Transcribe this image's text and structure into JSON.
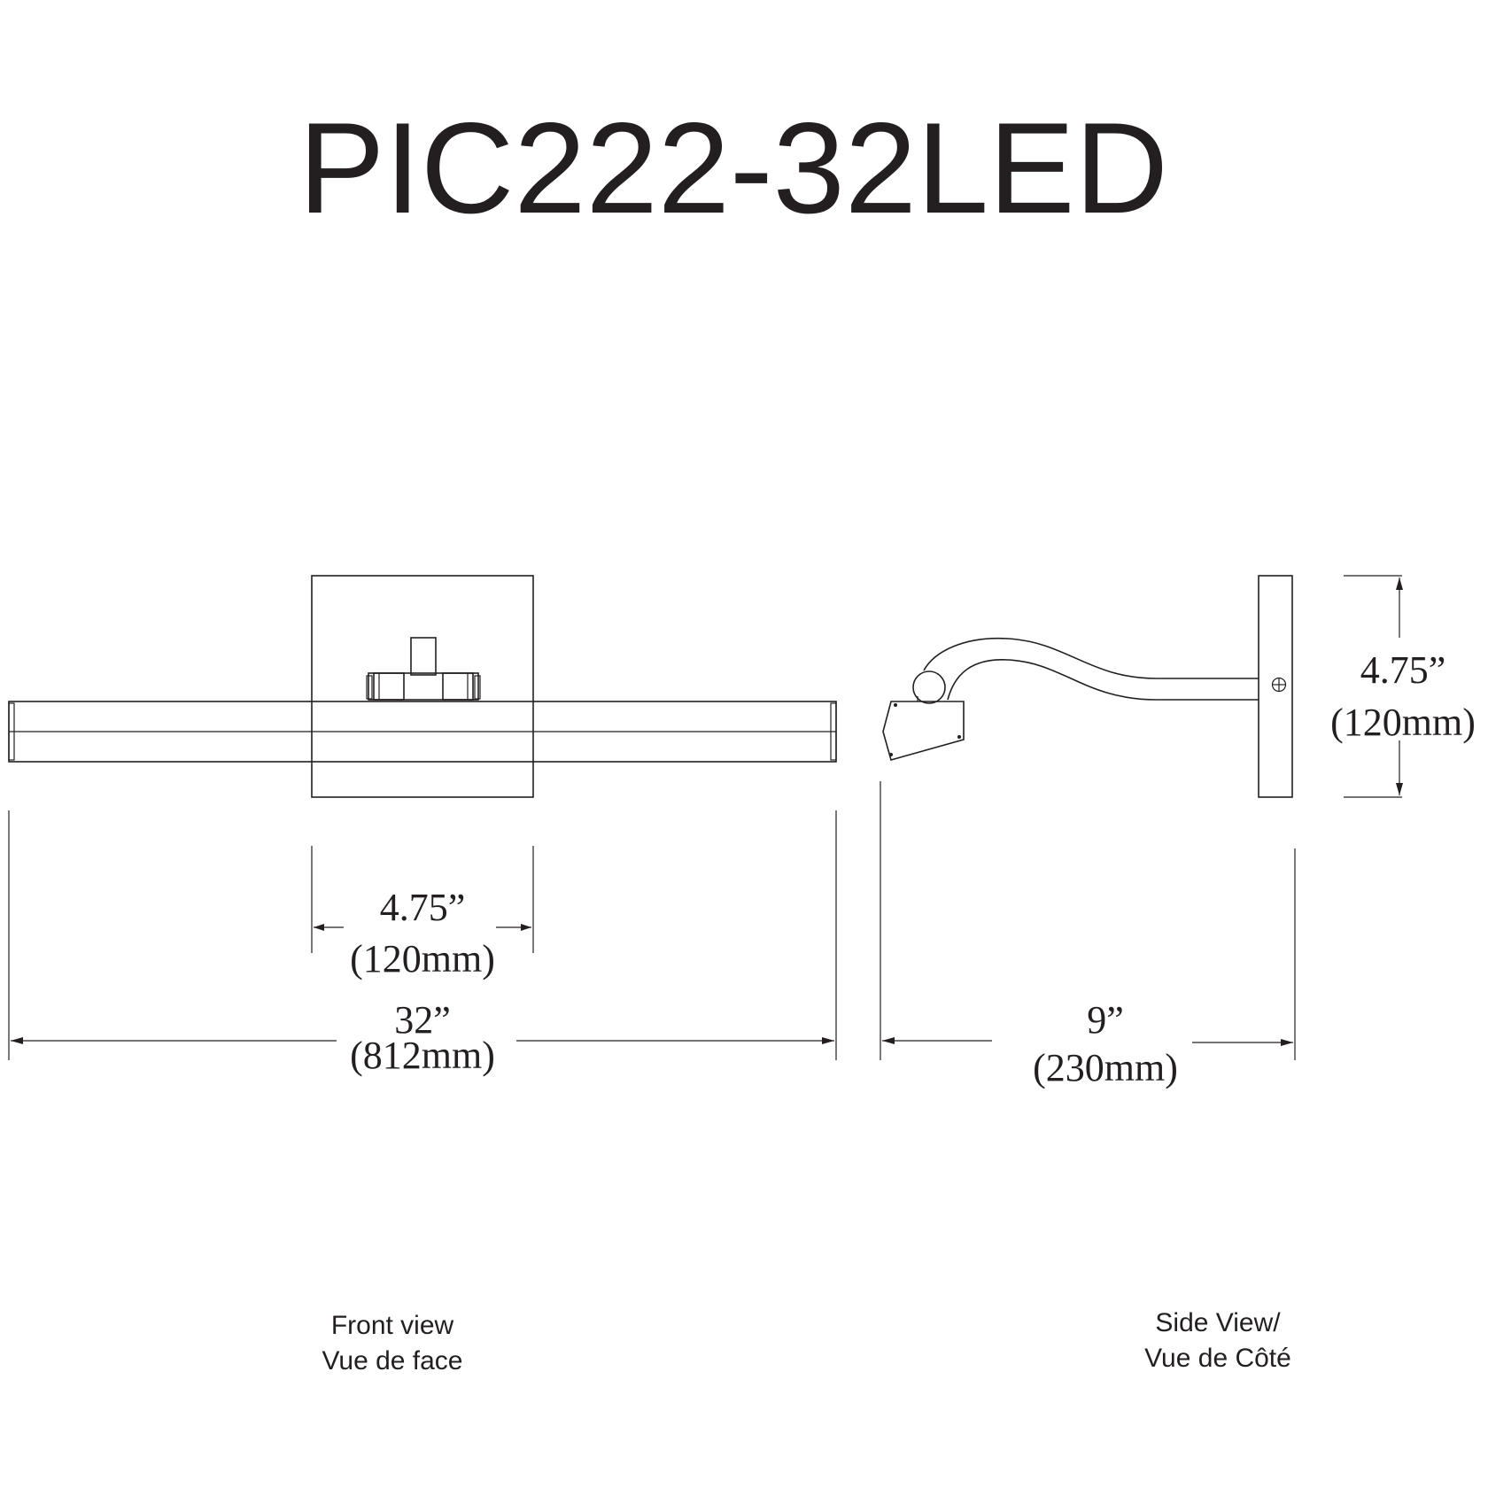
{
  "title": "PIC222-32LED",
  "front_view": {
    "caption_line1": "Front view",
    "caption_line2": "Vue de face",
    "backplate_width": {
      "inches": "4.75”",
      "mm": "(120mm)"
    },
    "overall_width": {
      "inches": "32”",
      "mm": "(812mm)"
    }
  },
  "side_view": {
    "caption_line1": "Side View/",
    "caption_line2": "Vue de Côté",
    "backplate_height": {
      "inches": "4.75”",
      "mm": "(120mm)"
    },
    "projection": {
      "inches": "9”",
      "mm": "(230mm)"
    }
  },
  "colors": {
    "line": "#231f20",
    "background": "#ffffff"
  }
}
